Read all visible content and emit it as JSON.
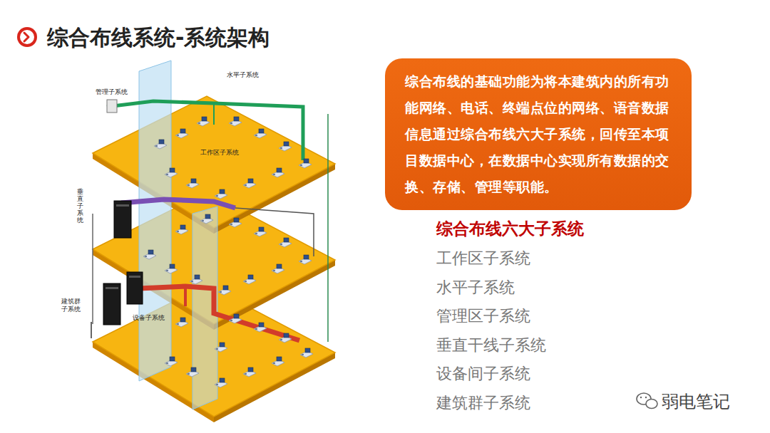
{
  "diagram": {
    "title": "综合布线系统-系统架构",
    "nodes": [
      {
        "text": [
          "综合布线的基础功能为将本建筑内的所有功能网络、电话、终端点位的网络、语音数据信息通过综合布线六大子系统，回传至本项目数据中心，在数据中心实现所有数据的交换、存储、管理等职能。"
        ]
      }
    ],
    "labels": [
      "管理子系统",
      "水平子系统",
      "工作区子系统",
      "垂直子系统",
      "建筑群子系统",
      "设备子系统",
      "综合布线六大子系统",
      "工作区子系统",
      "水平子系统",
      "管理区子系统",
      "垂直干线子系统",
      "设备间子系统",
      "建筑群子系统",
      "弱电笔记"
    ]
  }
}
